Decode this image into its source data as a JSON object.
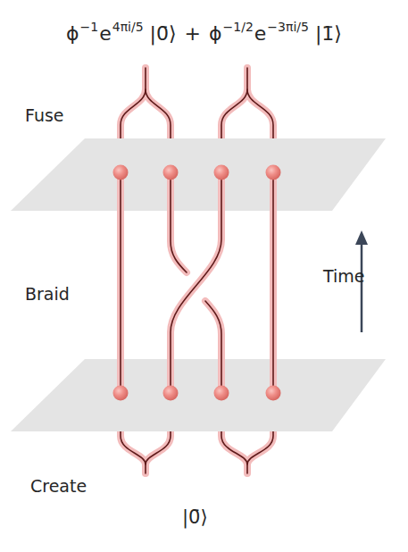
{
  "diagram": {
    "labels": [
      "ϕ",
      "−1",
      "e",
      "4πi/5",
      "|0̄⟩",
      "+",
      "ϕ",
      "−1/2",
      "e",
      "−3πi/5",
      "|1̄⟩",
      "Fuse",
      "Braid",
      "Time",
      "Create",
      "|0̄⟩"
    ]
  }
}
